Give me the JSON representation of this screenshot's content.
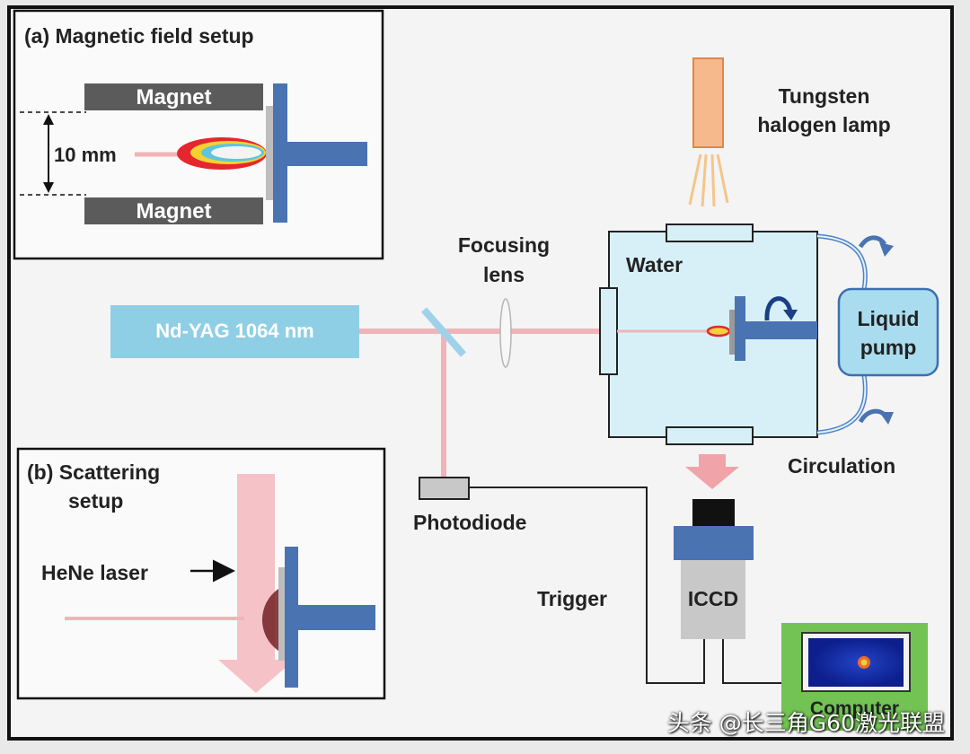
{
  "panel_a": {
    "title": "(a) Magnetic field setup",
    "magnet_top": "Magnet",
    "magnet_bottom": "Magnet",
    "gap_label": "10 mm"
  },
  "panel_b": {
    "title_line1": "(b) Scattering",
    "title_line2": "setup",
    "hene_label": "HeNe laser"
  },
  "main": {
    "lamp_line1": "Tungsten",
    "lamp_line2": "halogen lamp",
    "lens_line1": "Focusing",
    "lens_line2": "lens",
    "laser": "Nd-YAG 1064 nm",
    "water": "Water",
    "pump_line1": "Liquid",
    "pump_line2": "pump",
    "circulation": "Circulation",
    "photodiode": "Photodiode",
    "trigger": "Trigger",
    "iccd": "ICCD",
    "computer": "Computer"
  },
  "watermark": "头条 @长三角G60激光联盟",
  "colors": {
    "laser_beam": "#f0b4b8",
    "holder_blue": "#4a73b2",
    "laser_box": "#8ecfe6",
    "water": "#d7f0f8",
    "lamp": "#f5b98b",
    "plasma_red": "#e6262e",
    "computer_frame": "#72c254",
    "hene_arrow": "#f3b7be"
  }
}
